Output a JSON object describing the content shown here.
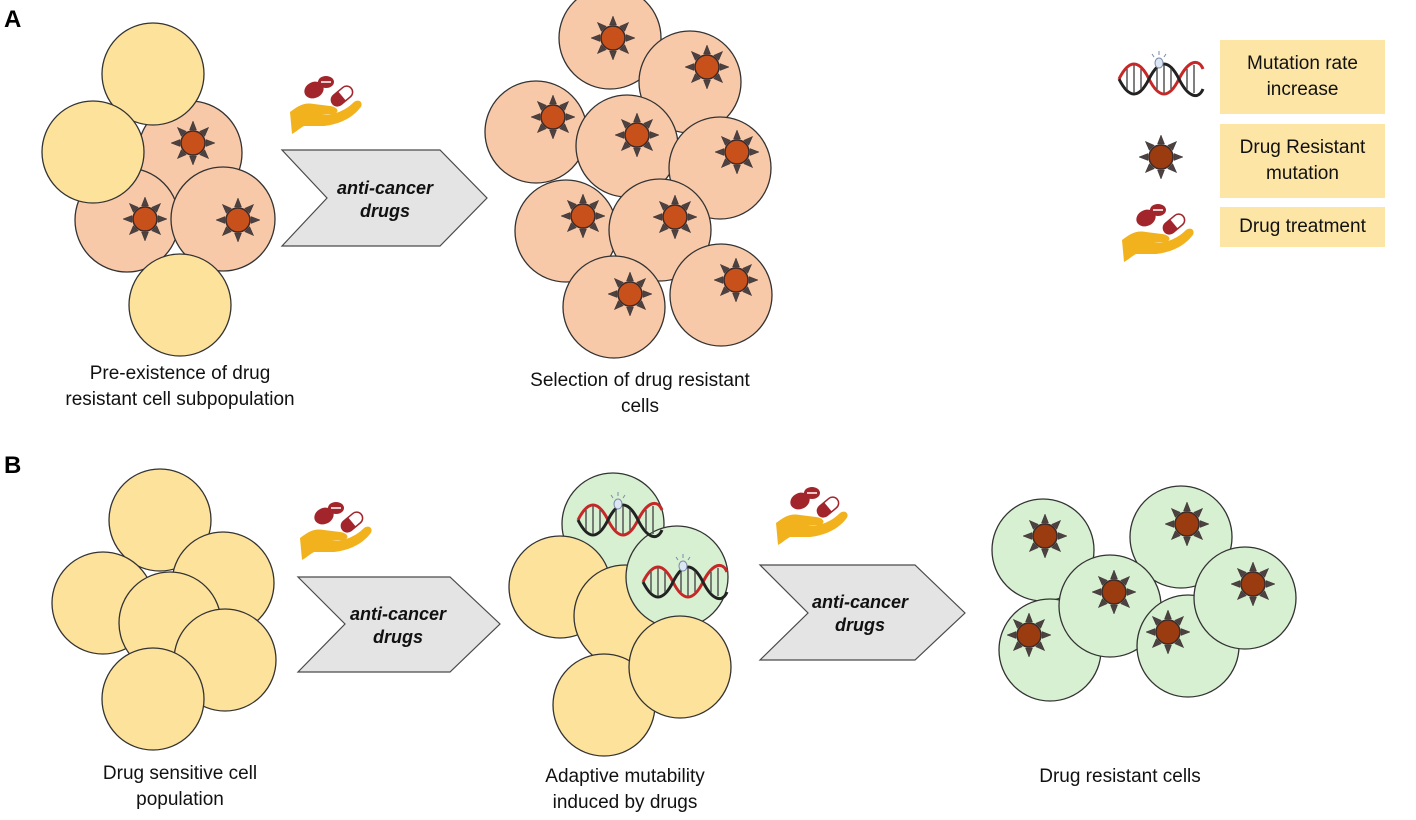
{
  "panels": {
    "a": {
      "letter": "A",
      "arrow_label": [
        "anti-cancer",
        "drugs"
      ],
      "caption_left": "Pre-existence of drug\nresistant cell subpopulation",
      "caption_right": "Selection of drug resistant\ncells"
    },
    "b": {
      "letter": "B",
      "arrow1_label": [
        "anti-cancer",
        "drugs"
      ],
      "arrow2_label": [
        "anti-cancer",
        "drugs"
      ],
      "caption_left": "Drug sensitive cell\npopulation",
      "caption_middle": "Adaptive mutability\ninduced by drugs",
      "caption_right": "Drug resistant cells"
    }
  },
  "legend": {
    "mutation_rate": "Mutation rate\nincrease",
    "resistant_mutation": "Drug Resistant\nmutation",
    "drug_treatment": "Drug treatment"
  },
  "colors": {
    "sensitive_cell": "#fde29c",
    "resistant_cell_a": "#f8c9a9",
    "resistant_cell_b": "#d7f0d2",
    "mutation_core": "#c8501a",
    "mutation_core_b": "#9a3b10",
    "arrow_fill": "#e4e4e4",
    "hand": "#f2b21e",
    "pill": "#a3252c",
    "dna_red": "#c62828",
    "legend_box": "#fce5a5"
  },
  "icons": [
    "resistant-mutation-icon",
    "dna-mutation-icon",
    "drug-treatment-icon"
  ]
}
